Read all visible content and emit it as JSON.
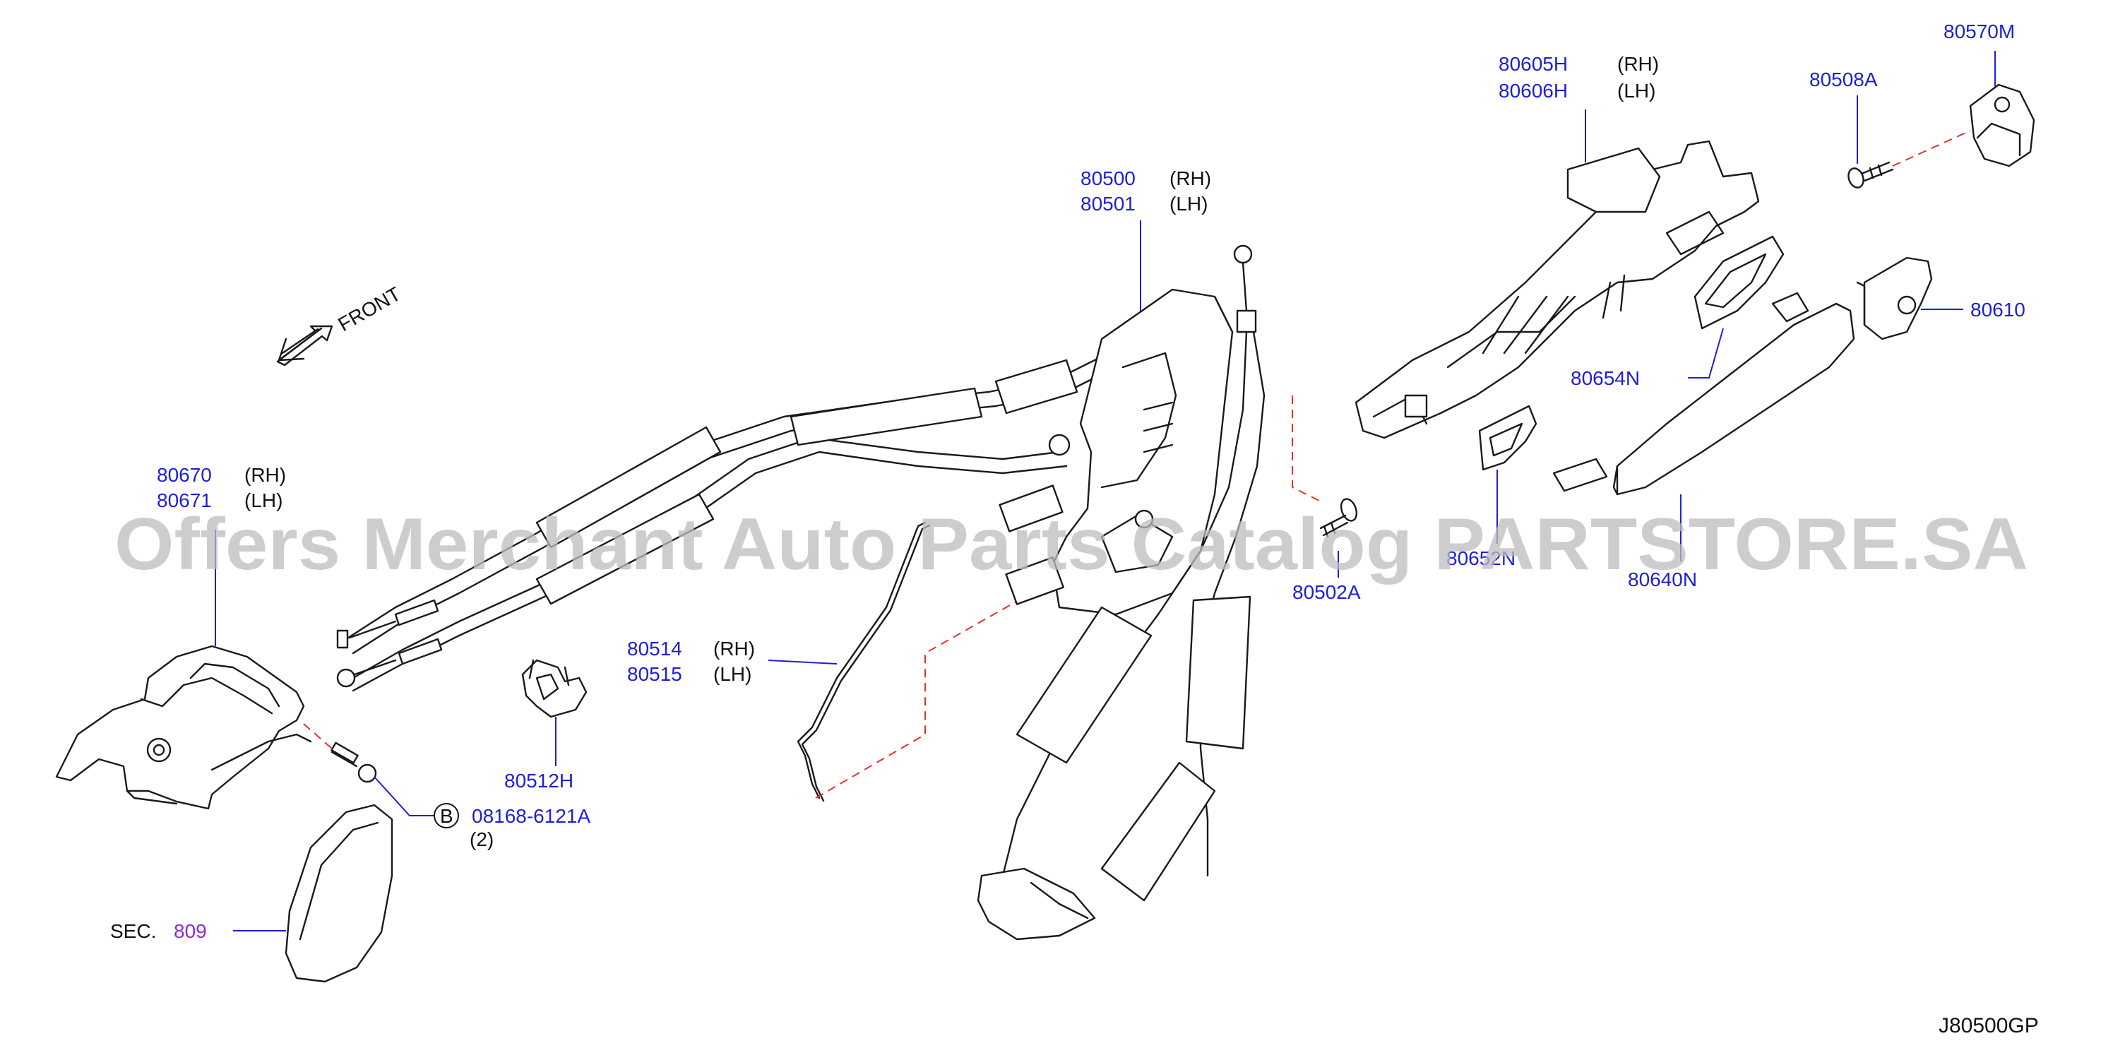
{
  "diagram_code": "J80500GP",
  "watermark": "Offers Merchant Auto Parts Catalog PARTSTORE.SA",
  "front_label": "FRONT",
  "colors": {
    "part_number": "#1f1fd6",
    "section_ref": "#8a2be2",
    "dashed_guide": "#e53030",
    "line_art": "#1a1a1a"
  },
  "callouts": {
    "c80605": {
      "rh": "80605H",
      "rh_side": "(RH)",
      "lh": "80606H",
      "lh_side": "(LH)"
    },
    "c80500": {
      "rh": "80500",
      "rh_side": "(RH)",
      "lh": "80501",
      "lh_side": "(LH)"
    },
    "c80670": {
      "rh": "80670",
      "rh_side": "(RH)",
      "lh": "80671",
      "lh_side": "(LH)"
    },
    "c80514": {
      "rh": "80514",
      "rh_side": "(RH)",
      "lh": "80515",
      "lh_side": "(LH)"
    },
    "p80570M": "80570M",
    "p80508A": "80508A",
    "p80610": "80610",
    "p80654N": "80654N",
    "p80652N": "80652N",
    "p80640N": "80640N",
    "p80502A": "80502A",
    "p80512H": "80512H",
    "bolt": {
      "marker": "B",
      "number": "08168-6121A",
      "qty": "(2)"
    },
    "section": {
      "prefix": "SEC.",
      "number": "809"
    }
  }
}
